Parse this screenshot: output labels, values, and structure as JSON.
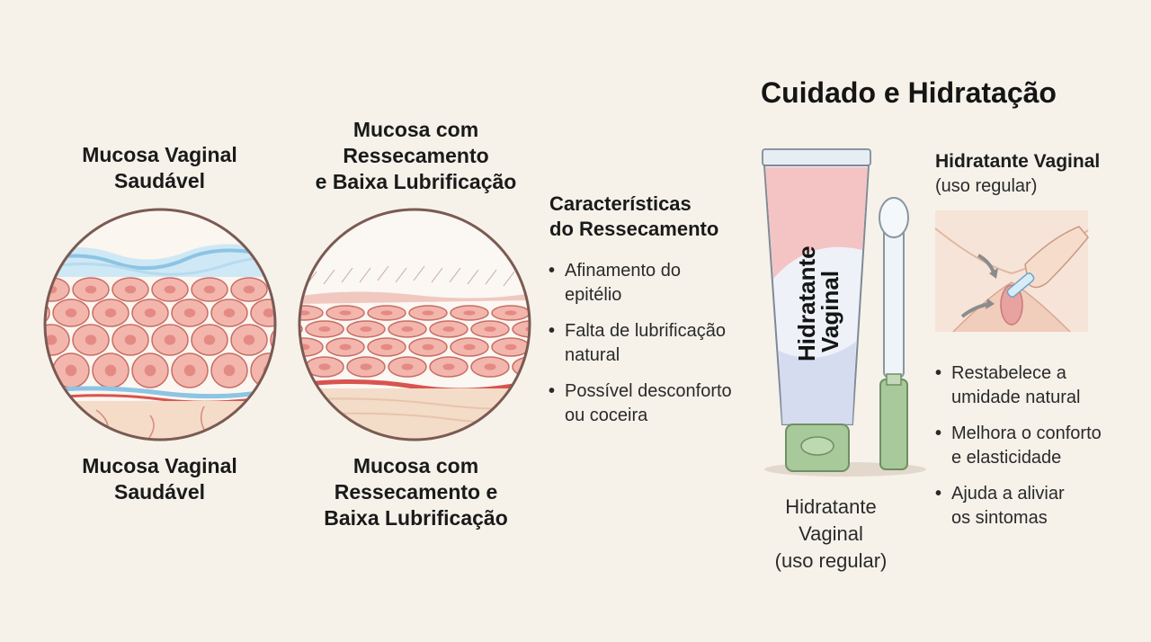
{
  "healthy": {
    "label_top": [
      "Mucosa Vaginal",
      "Saudável"
    ],
    "label_bottom": [
      "Mucosa Vaginal",
      "Saudável"
    ]
  },
  "dry": {
    "label_top": [
      "Mucosa com",
      "Ressecamento",
      "e Baixa Lubrificação"
    ],
    "label_bottom": [
      "Mucosa com",
      "Ressecamento e",
      "Baixa Lubrificação"
    ]
  },
  "characteristics": {
    "title": [
      "Características",
      "do Ressecamento"
    ],
    "items": [
      [
        "Afinamento do",
        "epitélio"
      ],
      [
        "Falta de lubrificação",
        "natural"
      ],
      [
        "Possível desconforto",
        "ou coceira"
      ]
    ]
  },
  "care": {
    "title": "Cuidado e Hidratação",
    "tube_text": [
      "Hidratante",
      "Vaginal"
    ],
    "product_caption": [
      "Hidratante",
      "Vaginal",
      "(uso regular)"
    ],
    "usage_title": "Hidratante Vaginal",
    "usage_subtitle": "(uso regular)",
    "benefits": [
      [
        "Restabelece a",
        "umidade natural"
      ],
      [
        "Melhora o conforto",
        "e elasticidade"
      ],
      [
        "Ajuda a aliviar",
        "os sintomas"
      ]
    ]
  },
  "colors": {
    "background": "#f6f2ea",
    "cell_fill": "#f3b6ad",
    "cell_stroke": "#c86d64",
    "moisture_blue": "#9fd0ea",
    "tube_cap_green": "#a8c99a"
  }
}
